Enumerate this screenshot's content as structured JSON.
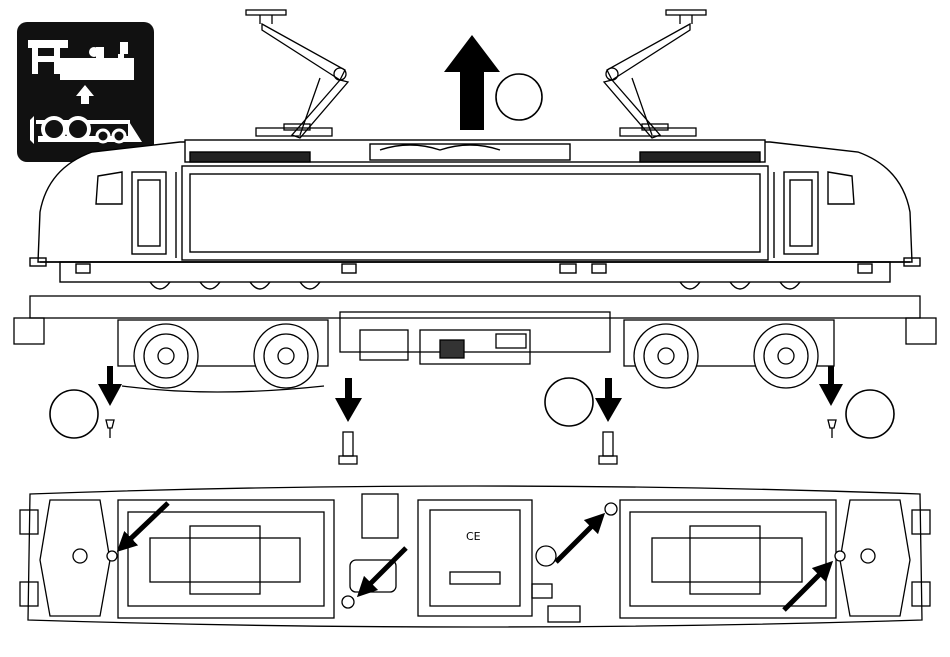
{
  "figure": {
    "type": "assembly-instruction-diagram",
    "background_color": "#ffffff",
    "line_color": "#000000"
  },
  "icon_badge": {
    "name": "locomotive-body-removal-icon",
    "background_color": "#111111",
    "foreground_color": "#ffffff"
  },
  "arrows": [
    {
      "name": "body-lift-arrow",
      "direction": "up"
    },
    {
      "name": "screw-remove-arrow-front",
      "direction": "down"
    },
    {
      "name": "screw-remove-arrow-mid-left",
      "direction": "down"
    },
    {
      "name": "screw-remove-arrow-mid-right",
      "direction": "down"
    },
    {
      "name": "screw-remove-arrow-rear",
      "direction": "down"
    },
    {
      "name": "chassis-arrow-left-bogie",
      "direction": "down-left"
    },
    {
      "name": "chassis-arrow-center-left",
      "direction": "down-left"
    },
    {
      "name": "chassis-arrow-center-right",
      "direction": "up-right"
    },
    {
      "name": "chassis-arrow-right-bogie",
      "direction": "up-right"
    }
  ],
  "callouts": [
    {
      "name": "callout-circle-lift",
      "label": ""
    },
    {
      "name": "callout-circle-front-screw",
      "label": ""
    },
    {
      "name": "callout-circle-mid-screw",
      "label": ""
    },
    {
      "name": "callout-circle-rear-screw",
      "label": ""
    }
  ],
  "parts": {
    "screws": [
      "small-pin-screw",
      "long-screw",
      "long-screw",
      "small-pin-screw"
    ],
    "chassis_markings": [
      "CE"
    ]
  }
}
